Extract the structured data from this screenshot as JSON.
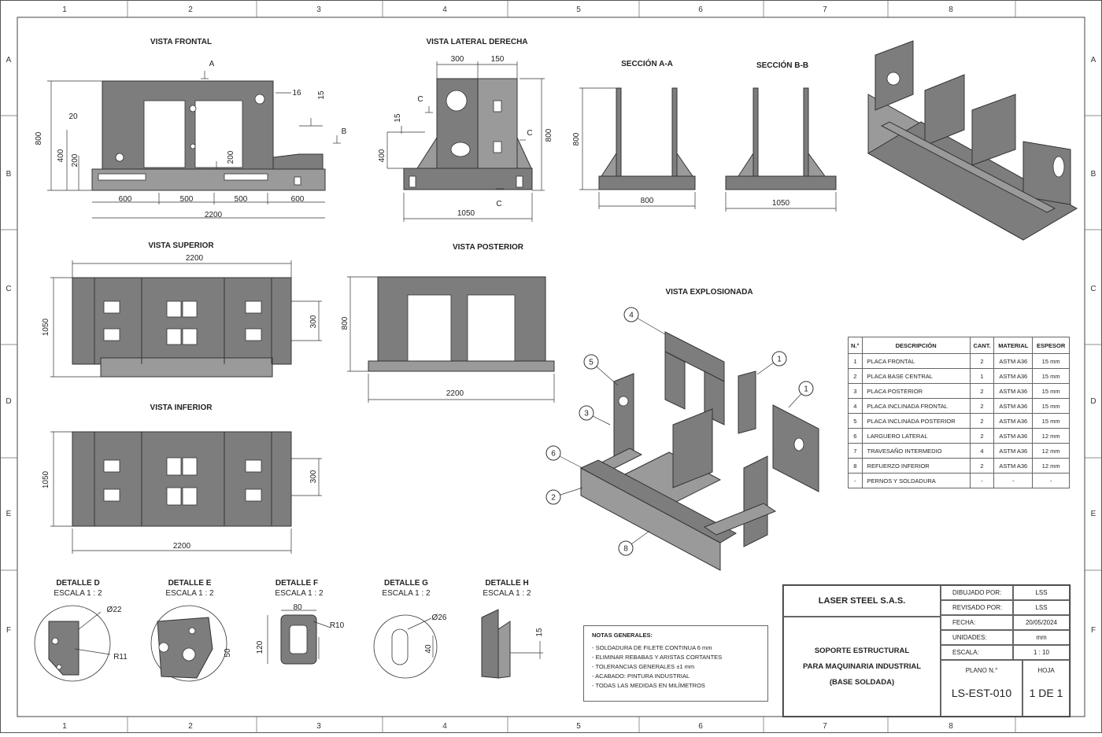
{
  "grid": {
    "columns": [
      "1",
      "2",
      "3",
      "4",
      "5",
      "6",
      "7",
      "8"
    ],
    "rows": [
      "A",
      "B",
      "C",
      "D",
      "E",
      "F"
    ]
  },
  "views": {
    "frontal": "VISTA FRONTAL",
    "lateral": "VISTA LATERAL DERECHA",
    "seccion_a": "SECCIÓN A-A",
    "seccion_b": "SECCIÓN B-B",
    "superior": "VISTA SUPERIOR",
    "posterior": "VISTA POSTERIOR",
    "inferior": "VISTA INFERIOR",
    "explosionada": "VISTA EXPLOSIONADA"
  },
  "dims": {
    "frontal": {
      "h_total": "800",
      "h400": "400",
      "h200": "200",
      "h20": "20",
      "d600a": "600",
      "d500a": "500",
      "d500b": "500",
      "d600b": "600",
      "w_total": "2200",
      "h200b": "200",
      "t16": "16",
      "t15": "15",
      "cut_a": "A",
      "cut_b": "B"
    },
    "lateral": {
      "w300": "300",
      "w150": "150",
      "h15": "15",
      "h400": "400",
      "h800": "800",
      "w_total": "1050",
      "cut_c": "C"
    },
    "seccion_a": {
      "h": "800",
      "w": "800"
    },
    "seccion_b": {
      "w": "1050"
    },
    "superior": {
      "w": "2200",
      "h": "1050",
      "d300": "300"
    },
    "posterior": {
      "h": "800",
      "w": "2200"
    },
    "inferior": {
      "h": "1050",
      "d300": "300",
      "w": "2200"
    }
  },
  "details": [
    {
      "title": "DETALLE D",
      "scale": "ESCALA 1 : 2",
      "dims": [
        "Ø22",
        "R11"
      ]
    },
    {
      "title": "DETALLE E",
      "scale": "ESCALA 1 : 2",
      "dims": []
    },
    {
      "title": "DETALLE F",
      "scale": "ESCALA 1 : 2",
      "dims": [
        "80",
        "R10",
        "120",
        "50"
      ]
    },
    {
      "title": "DETALLE G",
      "scale": "ESCALA 1 : 2",
      "dims": [
        "Ø26",
        "40"
      ]
    },
    {
      "title": "DETALLE H",
      "scale": "ESCALA 1 : 2",
      "dims": [
        "15"
      ]
    }
  ],
  "balloons": [
    "4",
    "5",
    "1",
    "1",
    "3",
    "6",
    "2",
    "8"
  ],
  "bom": {
    "headers": [
      "N.°",
      "DESCRIPCIÓN",
      "CANT.",
      "MATERIAL",
      "ESPESOR"
    ],
    "rows": [
      [
        "1",
        "PLACA FRONTAL",
        "2",
        "ASTM A36",
        "15 mm"
      ],
      [
        "2",
        "PLACA BASE CENTRAL",
        "1",
        "ASTM A36",
        "15 mm"
      ],
      [
        "3",
        "PLACA POSTERIOR",
        "2",
        "ASTM A36",
        "15 mm"
      ],
      [
        "4",
        "PLACA INCLINADA FRONTAL",
        "2",
        "ASTM A36",
        "15 mm"
      ],
      [
        "5",
        "PLACA INCLINADA POSTERIOR",
        "2",
        "ASTM A36",
        "15 mm"
      ],
      [
        "6",
        "LARGUERO LATERAL",
        "2",
        "ASTM A36",
        "12 mm"
      ],
      [
        "7",
        "TRAVESAÑO INTERMEDIO",
        "4",
        "ASTM A36",
        "12 mm"
      ],
      [
        "8",
        "REFUERZO INFERIOR",
        "2",
        "ASTM A36",
        "12 mm"
      ],
      [
        "-",
        "PERNOS Y SOLDADURA",
        "-",
        "-",
        "-"
      ]
    ]
  },
  "notes": {
    "title": "NOTAS GENERALES:",
    "items": [
      "SOLDADURA DE FILETE CONTINUA 6 mm",
      "ELIMINAR REBABAS Y ARISTAS CORTANTES",
      "TOLERANCIAS GENERALES ±1 mm",
      "ACABADO: PINTURA INDUSTRIAL",
      "TODAS LAS MEDIDAS EN MILÍMETROS"
    ]
  },
  "titleblock": {
    "company": "LASER STEEL S.A.S.",
    "title_l1": "SOPORTE ESTRUCTURAL",
    "title_l2": "PARA MAQUINARIA INDUSTRIAL",
    "title_l3": "(BASE SOLDADA)",
    "dibujado_lbl": "DIBUJADO POR:",
    "dibujado": "LSS",
    "revisado_lbl": "REVISADO POR:",
    "revisado": "LSS",
    "fecha_lbl": "FECHA:",
    "fecha": "20/05/2024",
    "unidades_lbl": "UNIDADES:",
    "unidades": "mm",
    "escala_lbl": "ESCALA:",
    "escala": "1 : 10",
    "plano_lbl": "PLANO N.°",
    "plano": "LS-EST-010",
    "hoja_lbl": "HOJA",
    "hoja": "1 DE 1"
  }
}
